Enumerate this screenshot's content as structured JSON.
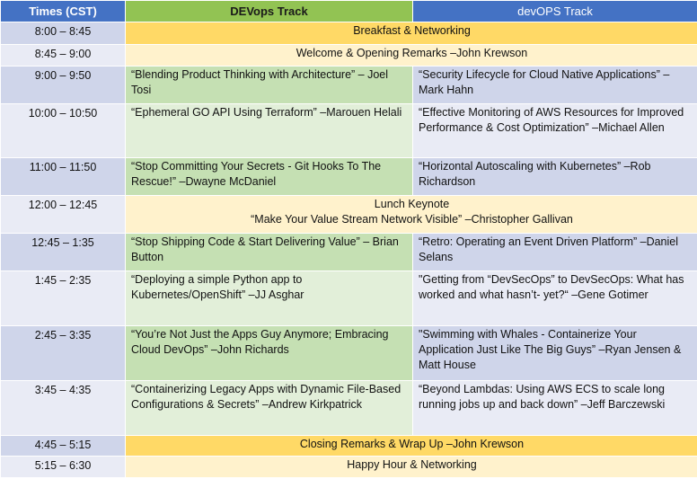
{
  "headers": {
    "times": "Times (CST)",
    "track1": "DEVops Track",
    "track2": "devOPS Track"
  },
  "rows": [
    {
      "time": "8:00 – 8:45",
      "span": "Breakfast & Networking"
    },
    {
      "time": "8:45 – 9:00",
      "span": "Welcome & Opening Remarks –John Krewson"
    },
    {
      "time": "9:00 – 9:50",
      "t1": "“Blending Product Thinking with Architecture” – Joel Tosi",
      "t2": "“Security Lifecycle for Cloud Native Applications” –Mark Hahn"
    },
    {
      "time": "10:00 – 10:50",
      "t1": "“Ephemeral GO API Using Terraform” –Marouen Helali",
      "t2": " “Effective Monitoring of AWS Resources for Improved Performance & Cost Optimization” –Michael Allen"
    },
    {
      "time": "11:00 – 11:50",
      "t1": "“Stop Committing Your Secrets - Git Hooks To The Rescue!” –Dwayne McDaniel",
      "t2": "“Horizontal Autoscaling with Kubernetes” –Rob Richardson"
    },
    {
      "time": "12:00 – 12:45",
      "span_line1": "Lunch Keynote",
      "span_line2": "“Make Your Value Stream Network Visible” –Christopher Gallivan"
    },
    {
      "time": "12:45 – 1:35",
      "t1": " “Stop Shipping Code & Start Delivering Value” – Brian Button",
      "t2": "“Retro: Operating an Event Driven Platform” –Daniel Selans"
    },
    {
      "time": "1:45 – 2:35",
      "t1": "“Deploying a simple Python app to Kubernetes/OpenShift” –JJ Asghar",
      "t2": "\"Getting from “DevSecOps” to DevSecOps: What has worked and what hasn’t- yet?“ –Gene Gotimer"
    },
    {
      "time": "2:45 – 3:35",
      "t1": " “You’re Not Just the Apps Guy Anymore; Embracing Cloud DevOps” –John Richards",
      "t2": "\"Swimming with Whales - Containerize Your Application Just Like The Big Guys” –Ryan Jensen & Matt House"
    },
    {
      "time": "3:45 – 4:35",
      "t1": "“Containerizing Legacy Apps with Dynamic File-Based Configurations & Secrets” –Andrew Kirkpatrick",
      "t2": "“Beyond Lambdas: Using AWS ECS to scale long running jobs up and back down” –Jeff Barczewski"
    },
    {
      "time": "4:45 – 5:15",
      "span": "Closing Remarks & Wrap Up –John Krewson"
    },
    {
      "time": "5:15 – 6:30",
      "span": "Happy Hour & Networking"
    }
  ]
}
